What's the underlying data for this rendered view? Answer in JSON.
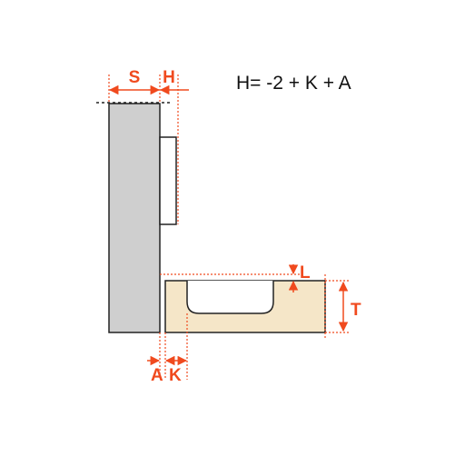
{
  "formula": "H= -2 + K + A",
  "labels": {
    "S": "S",
    "H": "H",
    "L": "L",
    "T": "T",
    "A": "A",
    "K": "K"
  },
  "colors": {
    "dimension": "#f04a1e",
    "panel_fill": "#cfcfcf",
    "door_fill": "#f5e6c8",
    "outline": "#222222",
    "guide": "#555555"
  }
}
